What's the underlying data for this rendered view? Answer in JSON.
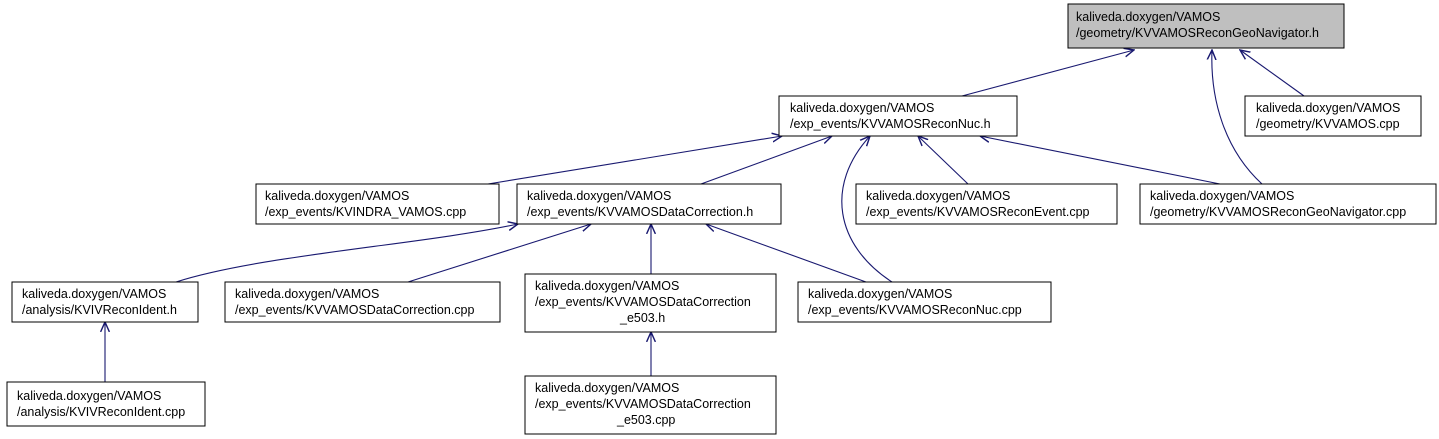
{
  "diagram": {
    "nodes": {
      "root": {
        "lines": [
          "kaliveda.doxygen/VAMOS",
          "/geometry/KVVAMOSReconGeoNavigator.h"
        ],
        "highlighted": true
      },
      "nuc_h": {
        "lines": [
          "kaliveda.doxygen/VAMOS",
          "/exp_events/KVVAMOSReconNuc.h"
        ]
      },
      "vamos_cpp": {
        "lines": [
          "kaliveda.doxygen/VAMOS",
          "/geometry/KVVAMOS.cpp"
        ]
      },
      "indra_cpp": {
        "lines": [
          "kaliveda.doxygen/VAMOS",
          "/exp_events/KVINDRA_VAMOS.cpp"
        ]
      },
      "dc_h": {
        "lines": [
          "kaliveda.doxygen/VAMOS",
          "/exp_events/KVVAMOSDataCorrection.h"
        ]
      },
      "event_cpp": {
        "lines": [
          "kaliveda.doxygen/VAMOS",
          "/exp_events/KVVAMOSReconEvent.cpp"
        ]
      },
      "geonav_cpp": {
        "lines": [
          "kaliveda.doxygen/VAMOS",
          "/geometry/KVVAMOSReconGeoNavigator.cpp"
        ]
      },
      "ivri_h": {
        "lines": [
          "kaliveda.doxygen/VAMOS",
          "/analysis/KVIVReconIdent.h"
        ]
      },
      "dc_cpp": {
        "lines": [
          "kaliveda.doxygen/VAMOS",
          "/exp_events/KVVAMOSDataCorrection.cpp"
        ]
      },
      "dc503_h": {
        "lines": [
          "kaliveda.doxygen/VAMOS",
          "/exp_events/KVVAMOSDataCorrection",
          "_e503.h"
        ]
      },
      "nuc_cpp": {
        "lines": [
          "kaliveda.doxygen/VAMOS",
          "/exp_events/KVVAMOSReconNuc.cpp"
        ]
      },
      "ivri_cpp": {
        "lines": [
          "kaliveda.doxygen/VAMOS",
          "/analysis/KVIVReconIdent.cpp"
        ]
      },
      "dc503_cpp": {
        "lines": [
          "kaliveda.doxygen/VAMOS",
          "/exp_events/KVVAMOSDataCorrection",
          "_e503.cpp"
        ]
      }
    },
    "edges": [
      {
        "from": "nuc_h",
        "to": "root"
      },
      {
        "from": "geonav_cpp",
        "to": "root"
      },
      {
        "from": "vamos_cpp",
        "to": "root"
      },
      {
        "from": "indra_cpp",
        "to": "nuc_h"
      },
      {
        "from": "dc_h",
        "to": "nuc_h"
      },
      {
        "from": "nuc_cpp",
        "to": "nuc_h"
      },
      {
        "from": "event_cpp",
        "to": "nuc_h"
      },
      {
        "from": "geonav_cpp",
        "to": "nuc_h"
      },
      {
        "from": "ivri_h",
        "to": "dc_h"
      },
      {
        "from": "dc_cpp",
        "to": "dc_h"
      },
      {
        "from": "dc503_h",
        "to": "dc_h"
      },
      {
        "from": "nuc_cpp",
        "to": "dc_h"
      },
      {
        "from": "ivri_cpp",
        "to": "ivri_h"
      },
      {
        "from": "dc503_cpp",
        "to": "dc503_h"
      }
    ]
  },
  "colors": {
    "edge": "#191970",
    "root_fill": "#bfbfbf",
    "node_fill": "#ffffff",
    "border": "#000000"
  }
}
